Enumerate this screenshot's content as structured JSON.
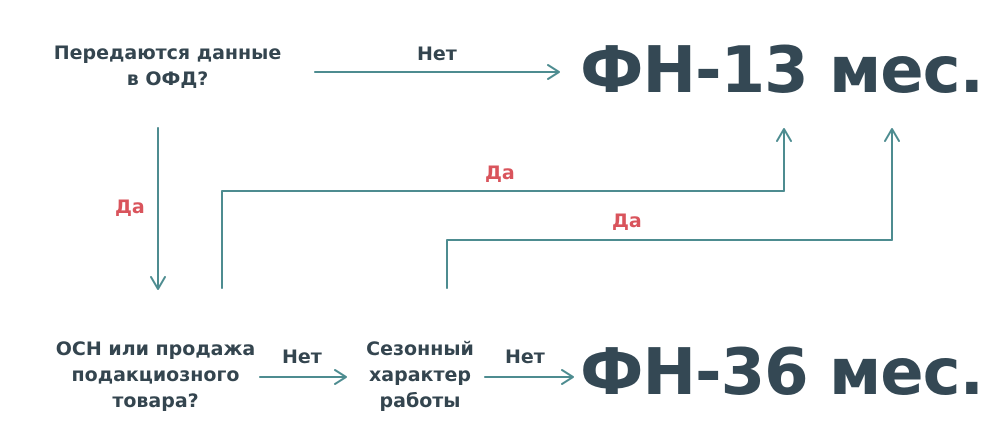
{
  "nodes": {
    "q_ofd": [
      "Передаются данные",
      "в ОФД?"
    ],
    "q_osn": [
      "ОСН или продажа",
      "подакциозного",
      "товара?"
    ],
    "q_season": [
      "Сезонный",
      "характер",
      "работы"
    ],
    "fn13": "ФН-13 мес.",
    "fn36": "ФН-36 мес."
  },
  "edges": {
    "ofd_no": "Нет",
    "ofd_yes": "Да",
    "osn_yes": "Да",
    "season_yes": "Да",
    "osn_no": "Нет",
    "season_no": "Нет"
  },
  "colors": {
    "arrow": "#4d8c90",
    "yes": "#d9545c",
    "text": "#34454f",
    "result": "#344854"
  }
}
